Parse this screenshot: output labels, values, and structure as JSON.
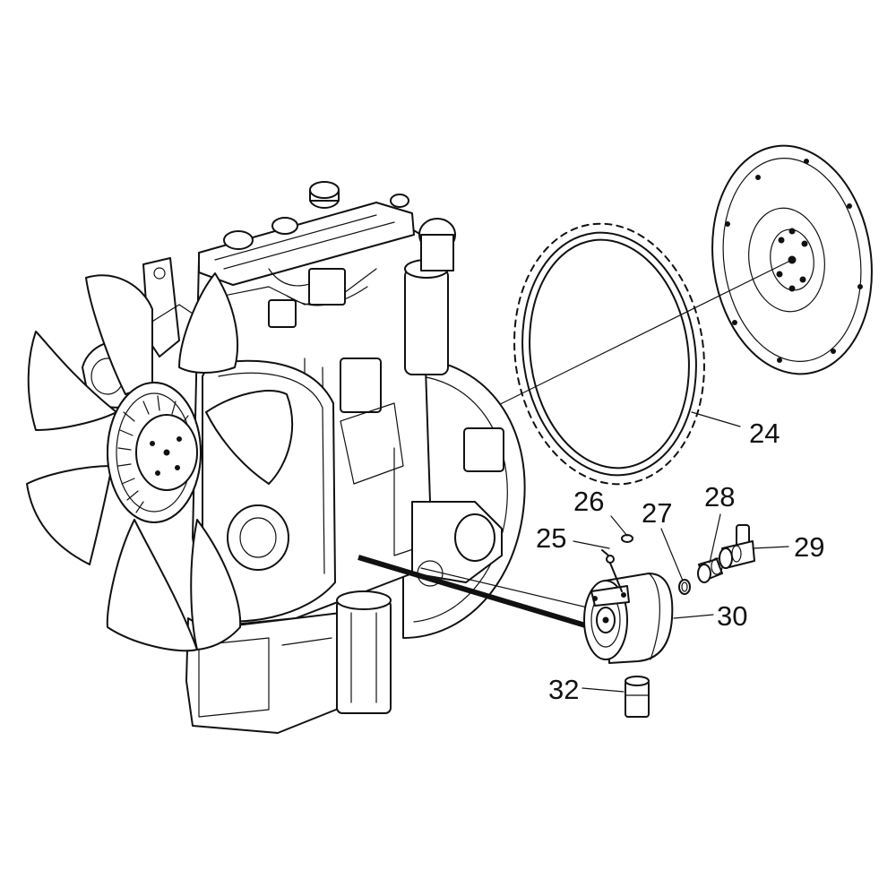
{
  "diagram": {
    "callouts": [
      {
        "id": "24",
        "text": "24",
        "part": "ring-gear"
      },
      {
        "id": "25",
        "text": "25",
        "part": "bolt"
      },
      {
        "id": "26",
        "text": "26",
        "part": "washer"
      },
      {
        "id": "27",
        "text": "27",
        "part": "o-ring"
      },
      {
        "id": "28",
        "text": "28",
        "part": "fitting"
      },
      {
        "id": "29",
        "text": "29",
        "part": "elbow-fitting"
      },
      {
        "id": "30",
        "text": "30",
        "part": "hydraulic-pump"
      },
      {
        "id": "32",
        "text": "32",
        "part": "adapter"
      }
    ]
  }
}
